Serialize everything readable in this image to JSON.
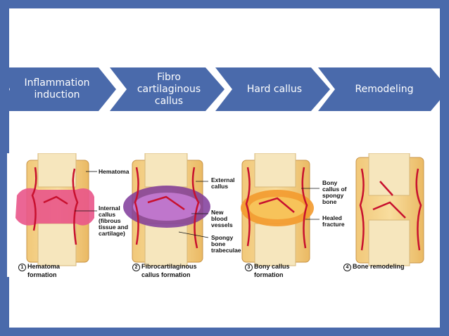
{
  "process": {
    "steps": [
      {
        "label": "Inflammation induction",
        "lines": [
          "Inflammation",
          "induction"
        ]
      },
      {
        "label": "Fibro cartilaginous callus",
        "lines": [
          "Fibro",
          "cartilaginous",
          "callus"
        ]
      },
      {
        "label": "Hard callus",
        "lines": [
          "Hard callus"
        ]
      },
      {
        "label": "Remodeling",
        "lines": [
          "Remodeling"
        ]
      }
    ],
    "colors": {
      "chevron": "#4a6aab",
      "background": "#4a6aab"
    }
  },
  "figure": {
    "labels": {
      "hematoma": "Hematoma",
      "internal_callus": [
        "Internal",
        "callus",
        "(fibrous",
        "tissue and",
        "cartilage)"
      ],
      "external_callus": [
        "External",
        "callus"
      ],
      "new_blood_vessels": [
        "New",
        "blood",
        "vessels"
      ],
      "spongy_bone_trabeculae": [
        "Spongy",
        "bone",
        "trabeculae"
      ],
      "bony_callus": [
        "Bony",
        "callus of",
        "spongy",
        "bone"
      ],
      "healed_fracture": [
        "Healed",
        "fracture"
      ]
    },
    "stages": [
      {
        "number": "1",
        "caption_lines": [
          "Hematoma",
          "formation"
        ]
      },
      {
        "number": "2",
        "caption_lines": [
          "Fibrocartilaginous",
          "callus formation"
        ]
      },
      {
        "number": "3",
        "caption_lines": [
          "Bony callus",
          "formation"
        ]
      },
      {
        "number": "4",
        "caption_lines": [
          "Bone remodeling"
        ]
      }
    ]
  }
}
